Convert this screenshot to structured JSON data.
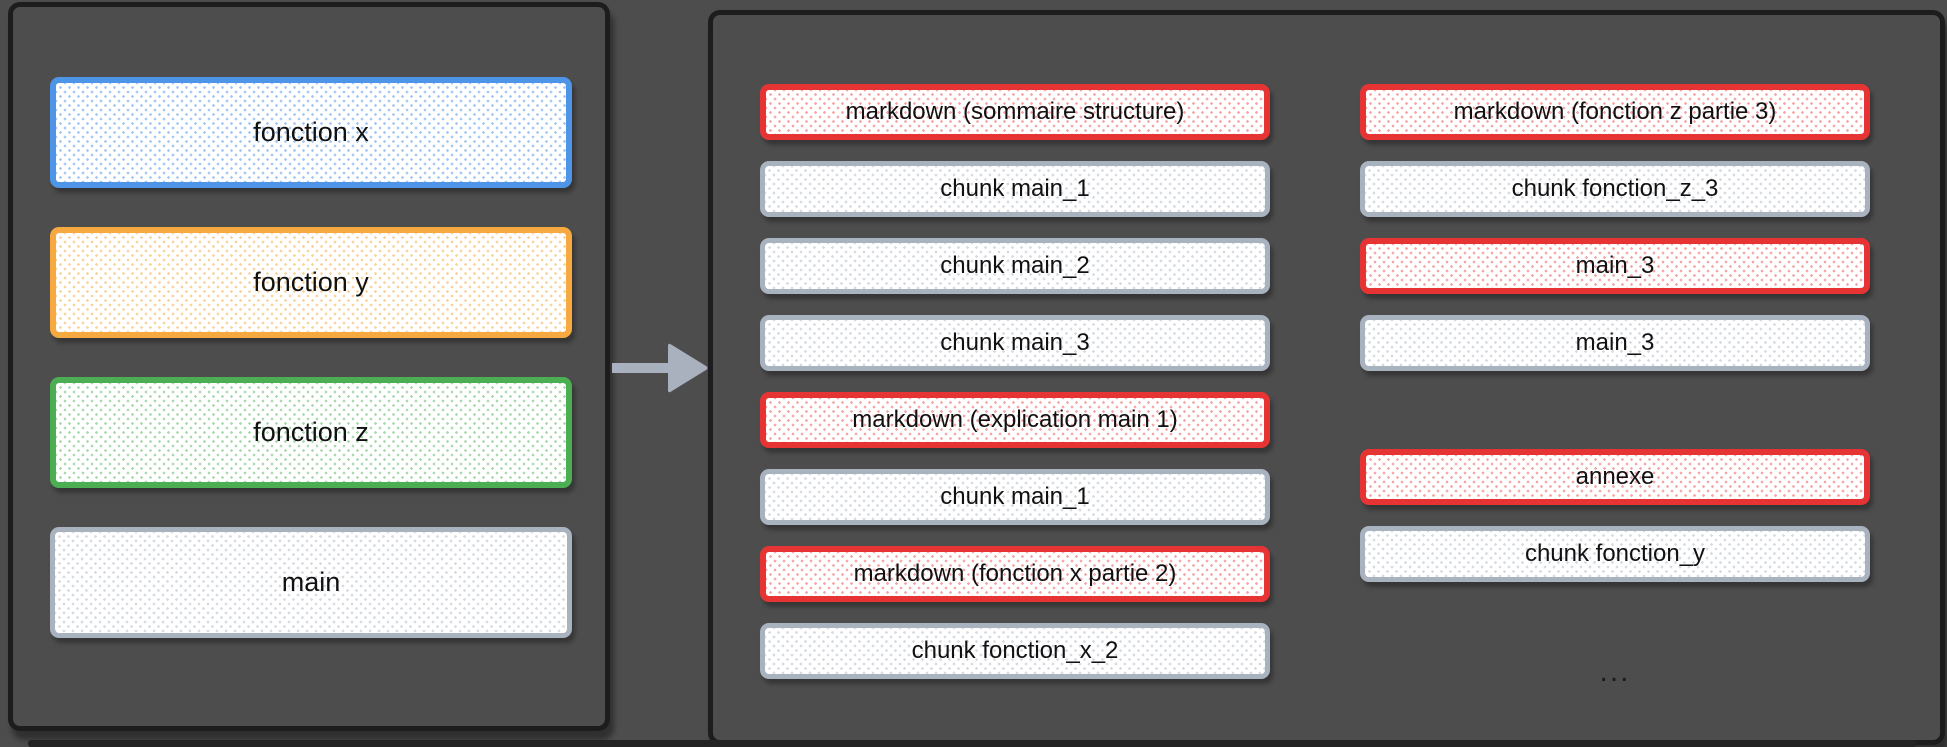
{
  "colors": {
    "background": "#4d4d4d",
    "panel_border": "#1d1d1d",
    "arrow": "#a8b1bd",
    "blue_accent": "#4e95e8",
    "orange_accent": "#f5a940",
    "green_accent": "#4cae52",
    "gray_accent": "#a9b3bf",
    "red_accent": "#e63434"
  },
  "left_panel": {
    "boxes": [
      {
        "label": "fonction x",
        "type": "blue",
        "name": "node-fonction-x"
      },
      {
        "label": "fonction y",
        "type": "orange",
        "name": "node-fonction-y"
      },
      {
        "label": "fonction z",
        "type": "green",
        "name": "node-fonction-z"
      },
      {
        "label": "main",
        "type": "gray",
        "name": "node-main"
      }
    ]
  },
  "right_panel": {
    "column1": [
      {
        "label": "markdown (sommaire structure)",
        "type": "red",
        "name": "node-markdown-sommaire-structure"
      },
      {
        "label": "chunk main_1",
        "type": "gray",
        "name": "node-chunk-main-1"
      },
      {
        "label": "chunk main_2",
        "type": "gray",
        "name": "node-chunk-main-2"
      },
      {
        "label": "chunk main_3",
        "type": "gray",
        "name": "node-chunk-main-3"
      },
      {
        "label": "markdown (explication main 1)",
        "type": "red",
        "name": "node-markdown-explication-main-1"
      },
      {
        "label": "chunk main_1",
        "type": "gray",
        "name": "node-chunk-main-1-repeat"
      },
      {
        "label": "markdown (fonction x partie 2)",
        "type": "red",
        "name": "node-markdown-fonction-x-partie-2"
      },
      {
        "label": "chunk fonction_x_2",
        "type": "gray",
        "name": "node-chunk-fonction-x-2"
      }
    ],
    "column2_top": [
      {
        "label": "markdown (fonction z partie 3)",
        "type": "red",
        "name": "node-markdown-fonction-z-partie-3"
      },
      {
        "label": "chunk fonction_z_3",
        "type": "gray",
        "name": "node-chunk-fonction-z-3"
      },
      {
        "label": "main_3",
        "type": "red",
        "name": "node-main-3-red"
      },
      {
        "label": "main_3",
        "type": "gray",
        "name": "node-main-3-gray"
      }
    ],
    "column2_bottom": [
      {
        "label": "annexe",
        "type": "red",
        "name": "node-annexe"
      },
      {
        "label": "chunk fonction_y",
        "type": "gray",
        "name": "node-chunk-fonction-y"
      }
    ],
    "ellipsis": "..."
  }
}
